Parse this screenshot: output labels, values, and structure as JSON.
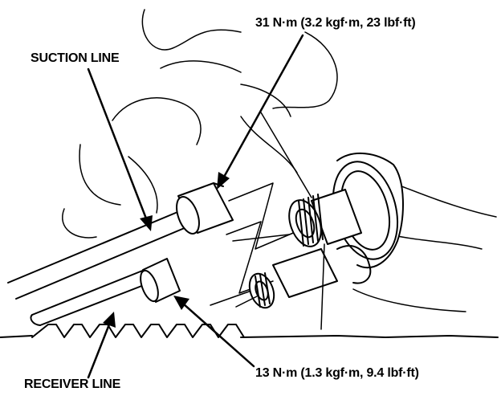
{
  "labels": {
    "torque_top": "31 N·m (3.2 kgf·m, 23 lbf·ft)",
    "suction_line": "SUCTION LINE",
    "torque_bottom": "13 N·m (1.3 kgf·m, 9.4 lbf·ft)",
    "receiver_line": "RECEIVER LINE"
  },
  "colors": {
    "ink": "#000000",
    "paper": "#ffffff"
  }
}
